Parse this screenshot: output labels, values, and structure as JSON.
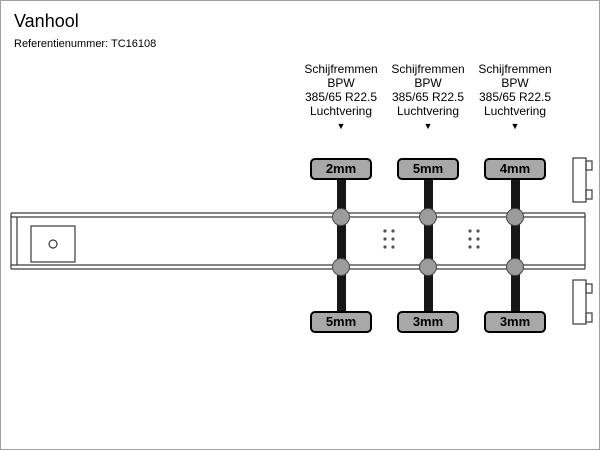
{
  "header": {
    "title": "Vanhool",
    "reference_label": "Referentienummer:",
    "reference_value": "TC16108"
  },
  "axles": [
    {
      "brake": "Schijfremmen",
      "brand": "BPW",
      "tire_size": "385/65 R22.5",
      "suspension": "Luchtvering",
      "arrow": "▼",
      "top_measurement": "2mm",
      "bottom_measurement": "5mm"
    },
    {
      "brake": "Schijfremmen",
      "brand": "BPW",
      "tire_size": "385/65 R22.5",
      "suspension": "Luchtvering",
      "arrow": "▼",
      "top_measurement": "5mm",
      "bottom_measurement": "3mm"
    },
    {
      "brake": "Schijfremmen",
      "brand": "BPW",
      "tire_size": "385/65 R22.5",
      "suspension": "Luchtvering",
      "arrow": "▼",
      "top_measurement": "4mm",
      "bottom_measurement": "3mm"
    }
  ],
  "colors": {
    "badge_fill": "#a8a8a8",
    "badge_border": "#000000",
    "bar_color": "#161616",
    "hub_fill": "#9c9c9c",
    "hub_border": "#4a4a4a",
    "line_color": "#3a3a3a",
    "text_color": "#000000",
    "frame_border": "#a0a0a0"
  }
}
